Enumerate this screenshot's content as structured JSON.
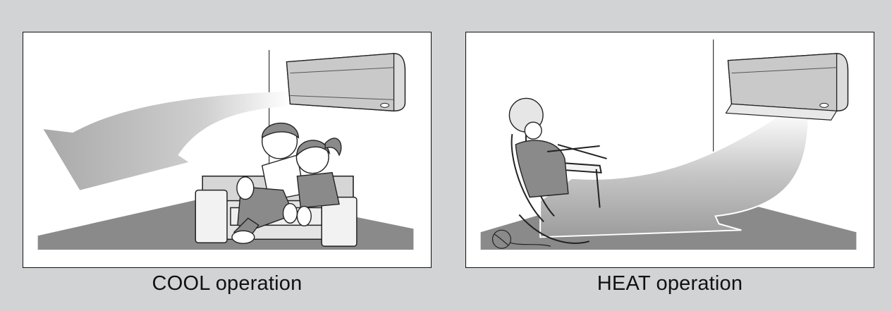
{
  "colors": {
    "background": "#d2d3d4",
    "panel": "#ffffff",
    "floor": "#8a8a8a",
    "airflow": "#b8b8b8"
  },
  "panels": [
    {
      "caption": "COOL operation",
      "icons": [
        "air-conditioner-icon",
        "cool-airflow-arrow",
        "sofa-icon",
        "boy-icon",
        "girl-icon"
      ]
    },
    {
      "caption": "HEAT operation",
      "icons": [
        "air-conditioner-icon",
        "warm-airflow-arrow",
        "rocking-chair-icon",
        "grandmother-icon",
        "yarn-ball-icon"
      ]
    }
  ]
}
